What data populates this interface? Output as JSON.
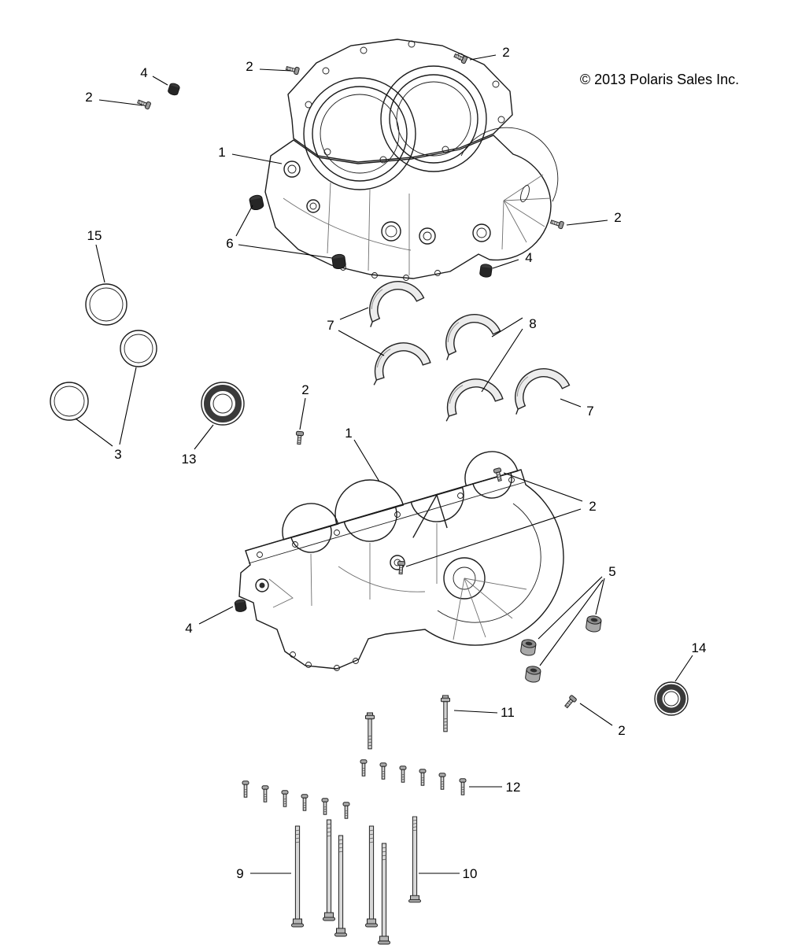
{
  "copyright": "© 2013 Polaris Sales Inc.",
  "accent_colors": {
    "line": "#1b1b1b",
    "metal_fill": "#d4d4d4",
    "seal_ring": "#3a3a3a"
  },
  "callouts": [
    {
      "label": "2",
      "kind": "screw"
    },
    {
      "label": "4",
      "kind": "plug"
    },
    {
      "label": "2",
      "kind": "screw"
    },
    {
      "label": "2",
      "kind": "screw"
    },
    {
      "label": "1",
      "kind": "cylinder-block"
    },
    {
      "label": "6",
      "kind": "plug"
    },
    {
      "label": "2",
      "kind": "screw"
    },
    {
      "label": "4",
      "kind": "plug"
    },
    {
      "label": "15",
      "kind": "o-ring"
    },
    {
      "label": "7",
      "kind": "bearing-shell"
    },
    {
      "label": "8",
      "kind": "bearing-shell"
    },
    {
      "label": "7",
      "kind": "bearing-shell"
    },
    {
      "label": "3",
      "kind": "o-ring"
    },
    {
      "label": "13",
      "kind": "oil-seal"
    },
    {
      "label": "2",
      "kind": "screw"
    },
    {
      "label": "1",
      "kind": "crankcase"
    },
    {
      "label": "2",
      "kind": "screw"
    },
    {
      "label": "4",
      "kind": "plug"
    },
    {
      "label": "5",
      "kind": "bushing"
    },
    {
      "label": "14",
      "kind": "oil-seal"
    },
    {
      "label": "2",
      "kind": "screw"
    },
    {
      "label": "11",
      "kind": "bolt"
    },
    {
      "label": "12",
      "kind": "bolt"
    },
    {
      "label": "9",
      "kind": "long-bolt"
    },
    {
      "label": "10",
      "kind": "long-bolt"
    }
  ]
}
